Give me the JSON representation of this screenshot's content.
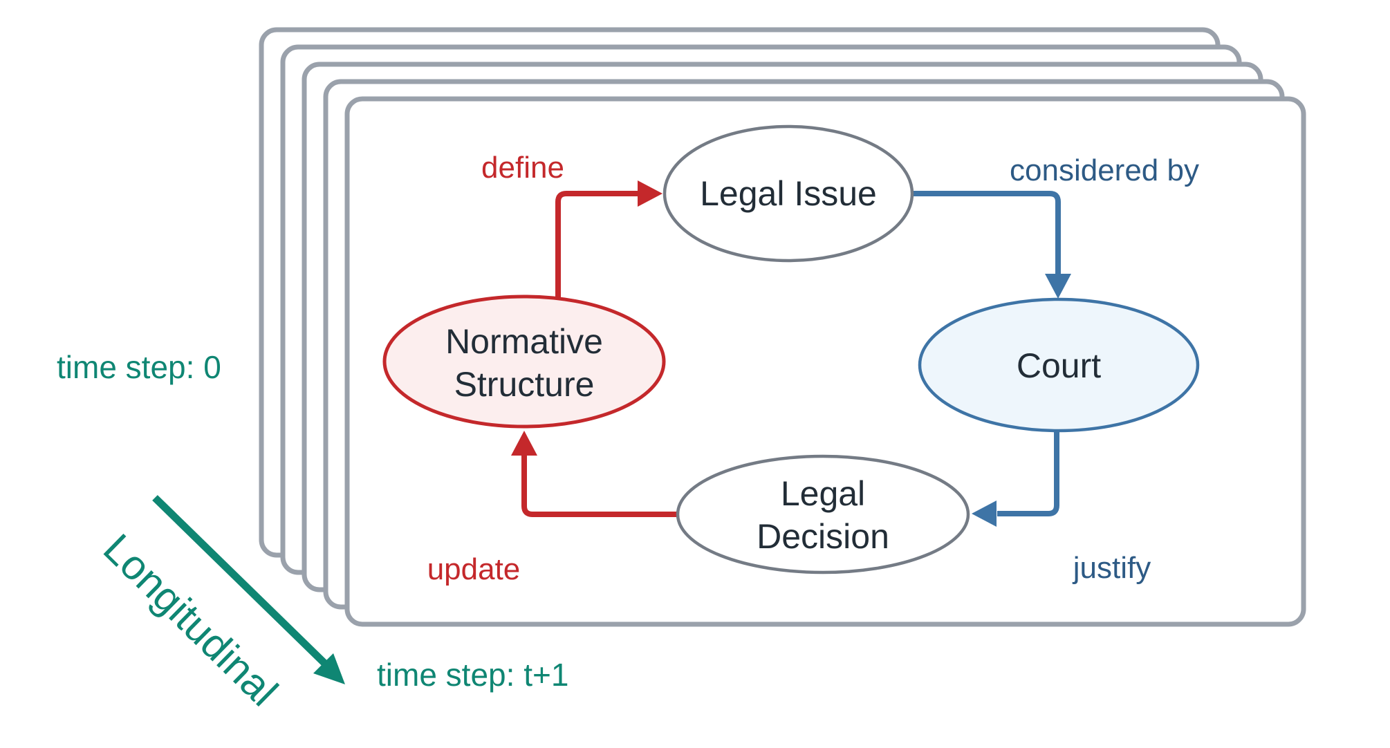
{
  "diagram": {
    "nodes": {
      "legal_issue": {
        "label": "Legal Issue"
      },
      "court": {
        "label": "Court"
      },
      "legal_decision": {
        "line1": "Legal",
        "line2": "Decision"
      },
      "normative_structure": {
        "line1": "Normative",
        "line2": "Structure"
      }
    },
    "edges": {
      "define": {
        "label": "define",
        "from": "normative_structure",
        "to": "legal_issue"
      },
      "considered_by": {
        "label": "considered by",
        "from": "legal_issue",
        "to": "court"
      },
      "justify": {
        "label": "justify",
        "from": "court",
        "to": "legal_decision"
      },
      "update": {
        "label": "update",
        "from": "legal_decision",
        "to": "normative_structure"
      }
    },
    "annotations": {
      "time_step_start": "time step: 0",
      "time_step_next": "time step: t+1",
      "axis_label": "Longitudinal"
    },
    "stack": {
      "layer_count": 5
    },
    "colors": {
      "red": "#c4282b",
      "red_fill": "#fceeee",
      "blue": "#3e74a6",
      "blue_fill": "#eef6fc",
      "blue_text": "#2d5a85",
      "teal": "#0f8673",
      "card_border": "#9aa1ab",
      "gray_border": "#747b85",
      "white_fill": "#ffffff",
      "text_dark": "#222d37"
    }
  }
}
